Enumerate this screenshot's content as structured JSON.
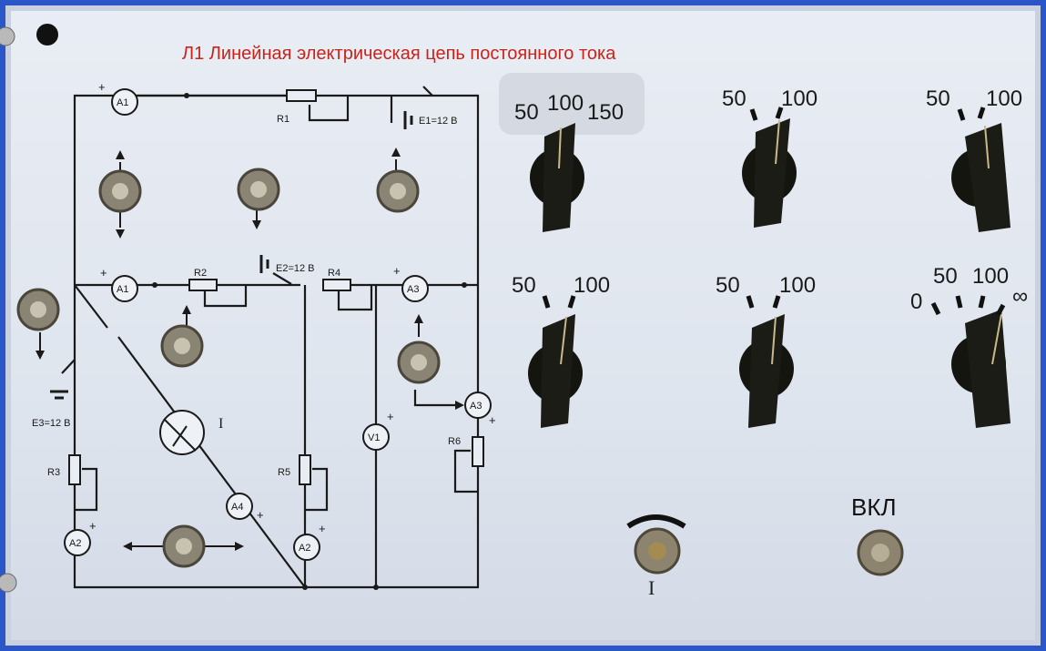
{
  "panel": {
    "title": "Л1  Линейная электрическая цепь постоянного тока"
  },
  "circuit": {
    "ammeters": {
      "a1_top": "A1",
      "a1_mid": "A1",
      "a3_mid": "A3",
      "a3_right": "A3",
      "a2_left": "A2",
      "a2_mid": "A2",
      "a4": "A4"
    },
    "voltmeter": "V1",
    "resistors": {
      "r1": "R1",
      "r2": "R2",
      "r3": "R3",
      "r4": "R4",
      "r5": "R5",
      "r6": "R6"
    },
    "sources": {
      "e1": "E1=12 B",
      "e2": "E2=12 B",
      "e3": "E3=12 B"
    },
    "current_source": "I",
    "plus": "+"
  },
  "dials": [
    {
      "scale": [
        "50",
        "100",
        "150"
      ]
    },
    {
      "scale": [
        "50",
        "100"
      ]
    },
    {
      "scale": [
        "50",
        "100"
      ]
    },
    {
      "scale": [
        "50",
        "100"
      ]
    },
    {
      "scale": [
        "50",
        "100"
      ]
    },
    {
      "scale": [
        "0",
        "50",
        "100",
        "∞"
      ]
    }
  ],
  "controls": {
    "source_switch_label": "I",
    "power_label": "ВКЛ"
  },
  "colors": {
    "panel": "#e3e8f0",
    "frame": "#2a56c8",
    "title": "#c8241c",
    "wire": "#1a1a1a"
  }
}
